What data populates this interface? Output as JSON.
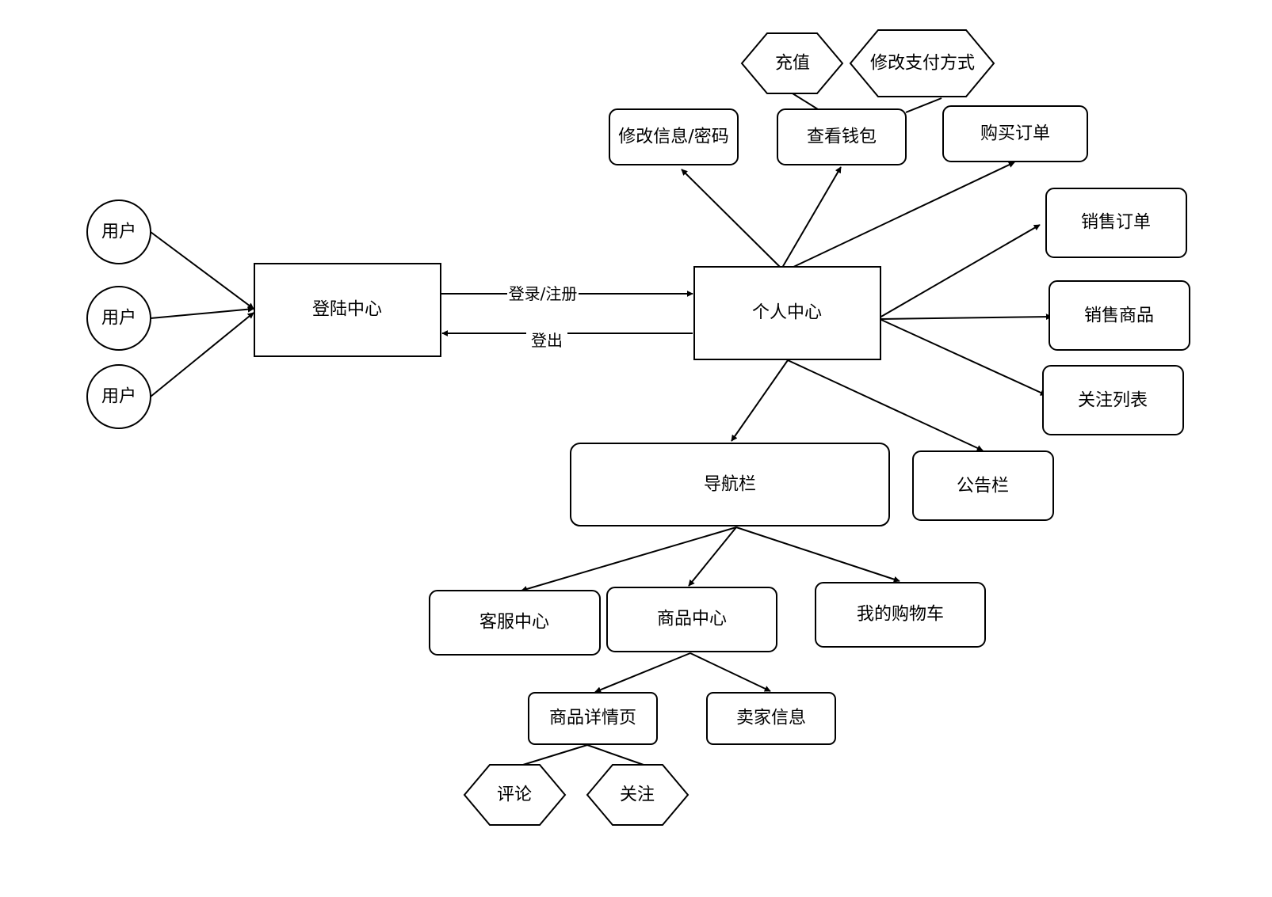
{
  "nodes": {
    "user_1": "用户",
    "user_2": "用户",
    "user_3": "用户",
    "login_center": "登陆中心",
    "personal_center": "个人中心",
    "edit_info": "修改信息/密码",
    "view_wallet": "查看钱包",
    "recharge": "充值",
    "edit_payment": "修改支付方式",
    "purchase_orders": "购买订单",
    "sales_orders": "销售订单",
    "sales_products": "销售商品",
    "follow_list": "关注列表",
    "navbar": "导航栏",
    "notice_board": "公告栏",
    "customer_service": "客服中心",
    "product_center": "商品中心",
    "my_cart": "我的购物车",
    "product_detail": "商品详情页",
    "seller_info": "卖家信息",
    "comment": "评论",
    "follow": "关注"
  },
  "edges": {
    "login_register": "登录/注册",
    "logout": "登出"
  }
}
